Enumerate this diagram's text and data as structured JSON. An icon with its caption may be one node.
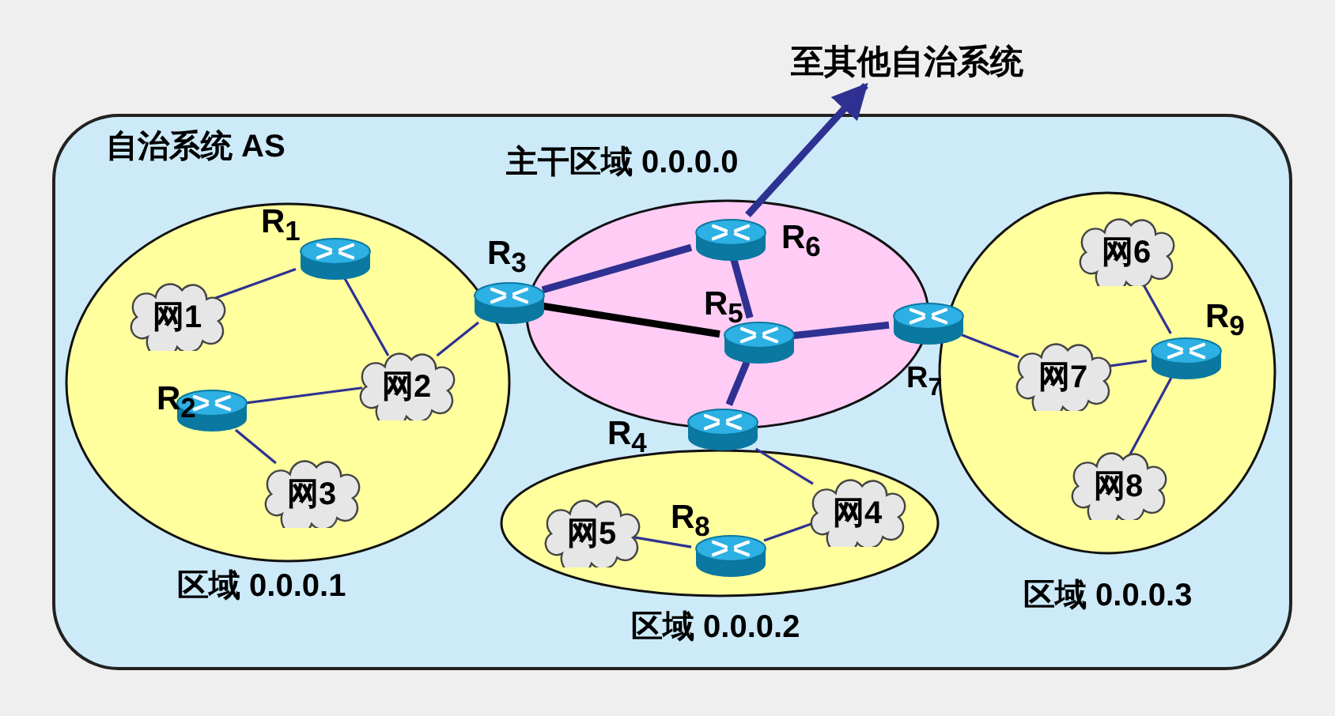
{
  "diagram": {
    "nodes": [
      {
        "text": [
          "至其他自治系统"
        ]
      },
      {
        "text": [
          "自治系统 AS"
        ]
      },
      {
        "text": [
          "区域 0.0.0.1"
        ],
        "in": 1
      },
      {
        "text": [
          "主干区域 0.0.0.0"
        ],
        "in": 1
      },
      {
        "text": [
          "区域 0.0.0.2"
        ],
        "in": 1
      },
      {
        "text": [
          "区域 0.0.0.3"
        ],
        "in": 1
      },
      {
        "text": [
          "R$_{1}$"
        ],
        "in": 2
      },
      {
        "text": [
          "R$_{2}$"
        ],
        "in": 2
      },
      {
        "text": [
          "R$_{3}$"
        ],
        "in": 1
      },
      {
        "text": [
          "R$_{4}$"
        ],
        "in": 1
      },
      {
        "text": [
          "R$_{5}$"
        ],
        "in": 3
      },
      {
        "text": [
          "R$_{6}$"
        ],
        "in": 3
      },
      {
        "text": [
          "R$_{7}$"
        ],
        "in": 1
      },
      {
        "text": [
          "R$_{8}$"
        ],
        "in": 4
      },
      {
        "text": [
          "R$_{9}$"
        ],
        "in": 5
      },
      {
        "text": [
          "网1"
        ],
        "in": 2
      },
      {
        "text": [
          "网2"
        ],
        "in": 2
      },
      {
        "text": [
          "网3"
        ],
        "in": 2
      },
      {
        "text": [
          "网4"
        ],
        "in": 4
      },
      {
        "text": [
          "网5"
        ],
        "in": 4
      },
      {
        "text": [
          "网6"
        ],
        "in": 5
      },
      {
        "text": [
          "网7"
        ],
        "in": 5
      },
      {
        "text": [
          "网8"
        ],
        "in": 5
      }
    ],
    "edges": [
      {
        "from": 6,
        "to": 15,
        "arrow": "none"
      },
      {
        "from": 6,
        "to": 16,
        "arrow": "none"
      },
      {
        "from": 7,
        "to": 16,
        "arrow": "none"
      },
      {
        "from": 7,
        "to": 17,
        "arrow": "none"
      },
      {
        "from": 8,
        "to": 16,
        "arrow": "none"
      },
      {
        "from": 8,
        "to": 11,
        "arrow": "none",
        "style": "thick"
      },
      {
        "from": 8,
        "to": 10,
        "arrow": "none",
        "style": "thick",
        "color": "#000000"
      },
      {
        "from": 11,
        "to": 10,
        "arrow": "none",
        "style": "thick"
      },
      {
        "from": 10,
        "to": 12,
        "arrow": "none",
        "style": "thick"
      },
      {
        "from": 10,
        "to": 9,
        "arrow": "none",
        "style": "thick"
      },
      {
        "from": 11,
        "to": 0,
        "arrow": "to",
        "style": "thick"
      },
      {
        "from": 9,
        "to": 18,
        "arrow": "none"
      },
      {
        "from": 13,
        "to": 19,
        "arrow": "none"
      },
      {
        "from": 13,
        "to": 18,
        "arrow": "none"
      },
      {
        "from": 12,
        "to": 21,
        "arrow": "none"
      },
      {
        "from": 14,
        "to": 21,
        "arrow": "none"
      },
      {
        "from": 14,
        "to": 20,
        "arrow": "none"
      },
      {
        "from": 14,
        "to": 22,
        "arrow": "none"
      }
    ]
  }
}
